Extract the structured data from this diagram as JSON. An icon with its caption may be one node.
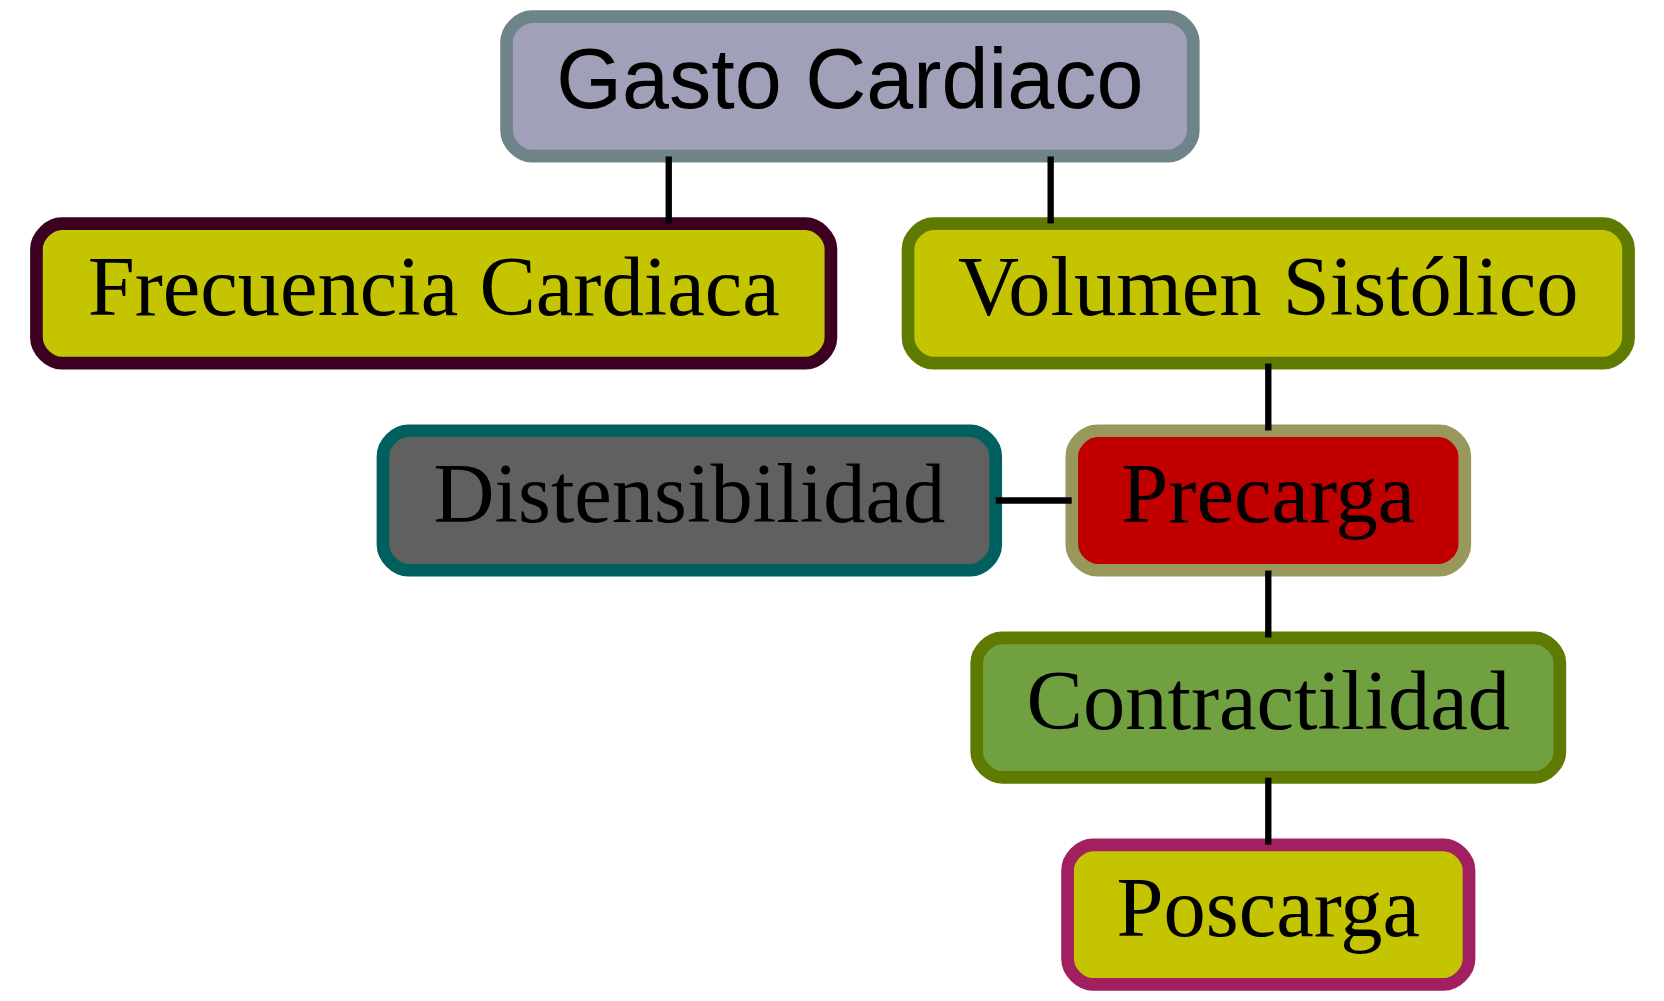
{
  "diagram": {
    "nodes": [
      {
        "text": [
          "Gasto Cardiaco"
        ]
      },
      {
        "text": [
          "Frecuencia Cardiaca"
        ]
      },
      {
        "text": [
          "Volumen Sistólico"
        ]
      },
      {
        "text": [
          "Distensibilidad"
        ]
      },
      {
        "text": [
          "Precarga"
        ]
      },
      {
        "text": [
          "Contractilidad"
        ]
      },
      {
        "text": [
          "Poscarga"
        ]
      }
    ],
    "edges": [
      {
        "from": 0,
        "to": 1,
        "arrow": "none"
      },
      {
        "from": 0,
        "to": 2,
        "arrow": "none"
      },
      {
        "from": 2,
        "to": 4,
        "arrow": "none"
      },
      {
        "from": 3,
        "to": 4,
        "arrow": "none"
      },
      {
        "from": 4,
        "to": 5,
        "arrow": "none"
      },
      {
        "from": 5,
        "to": 6,
        "arrow": "none"
      }
    ]
  }
}
